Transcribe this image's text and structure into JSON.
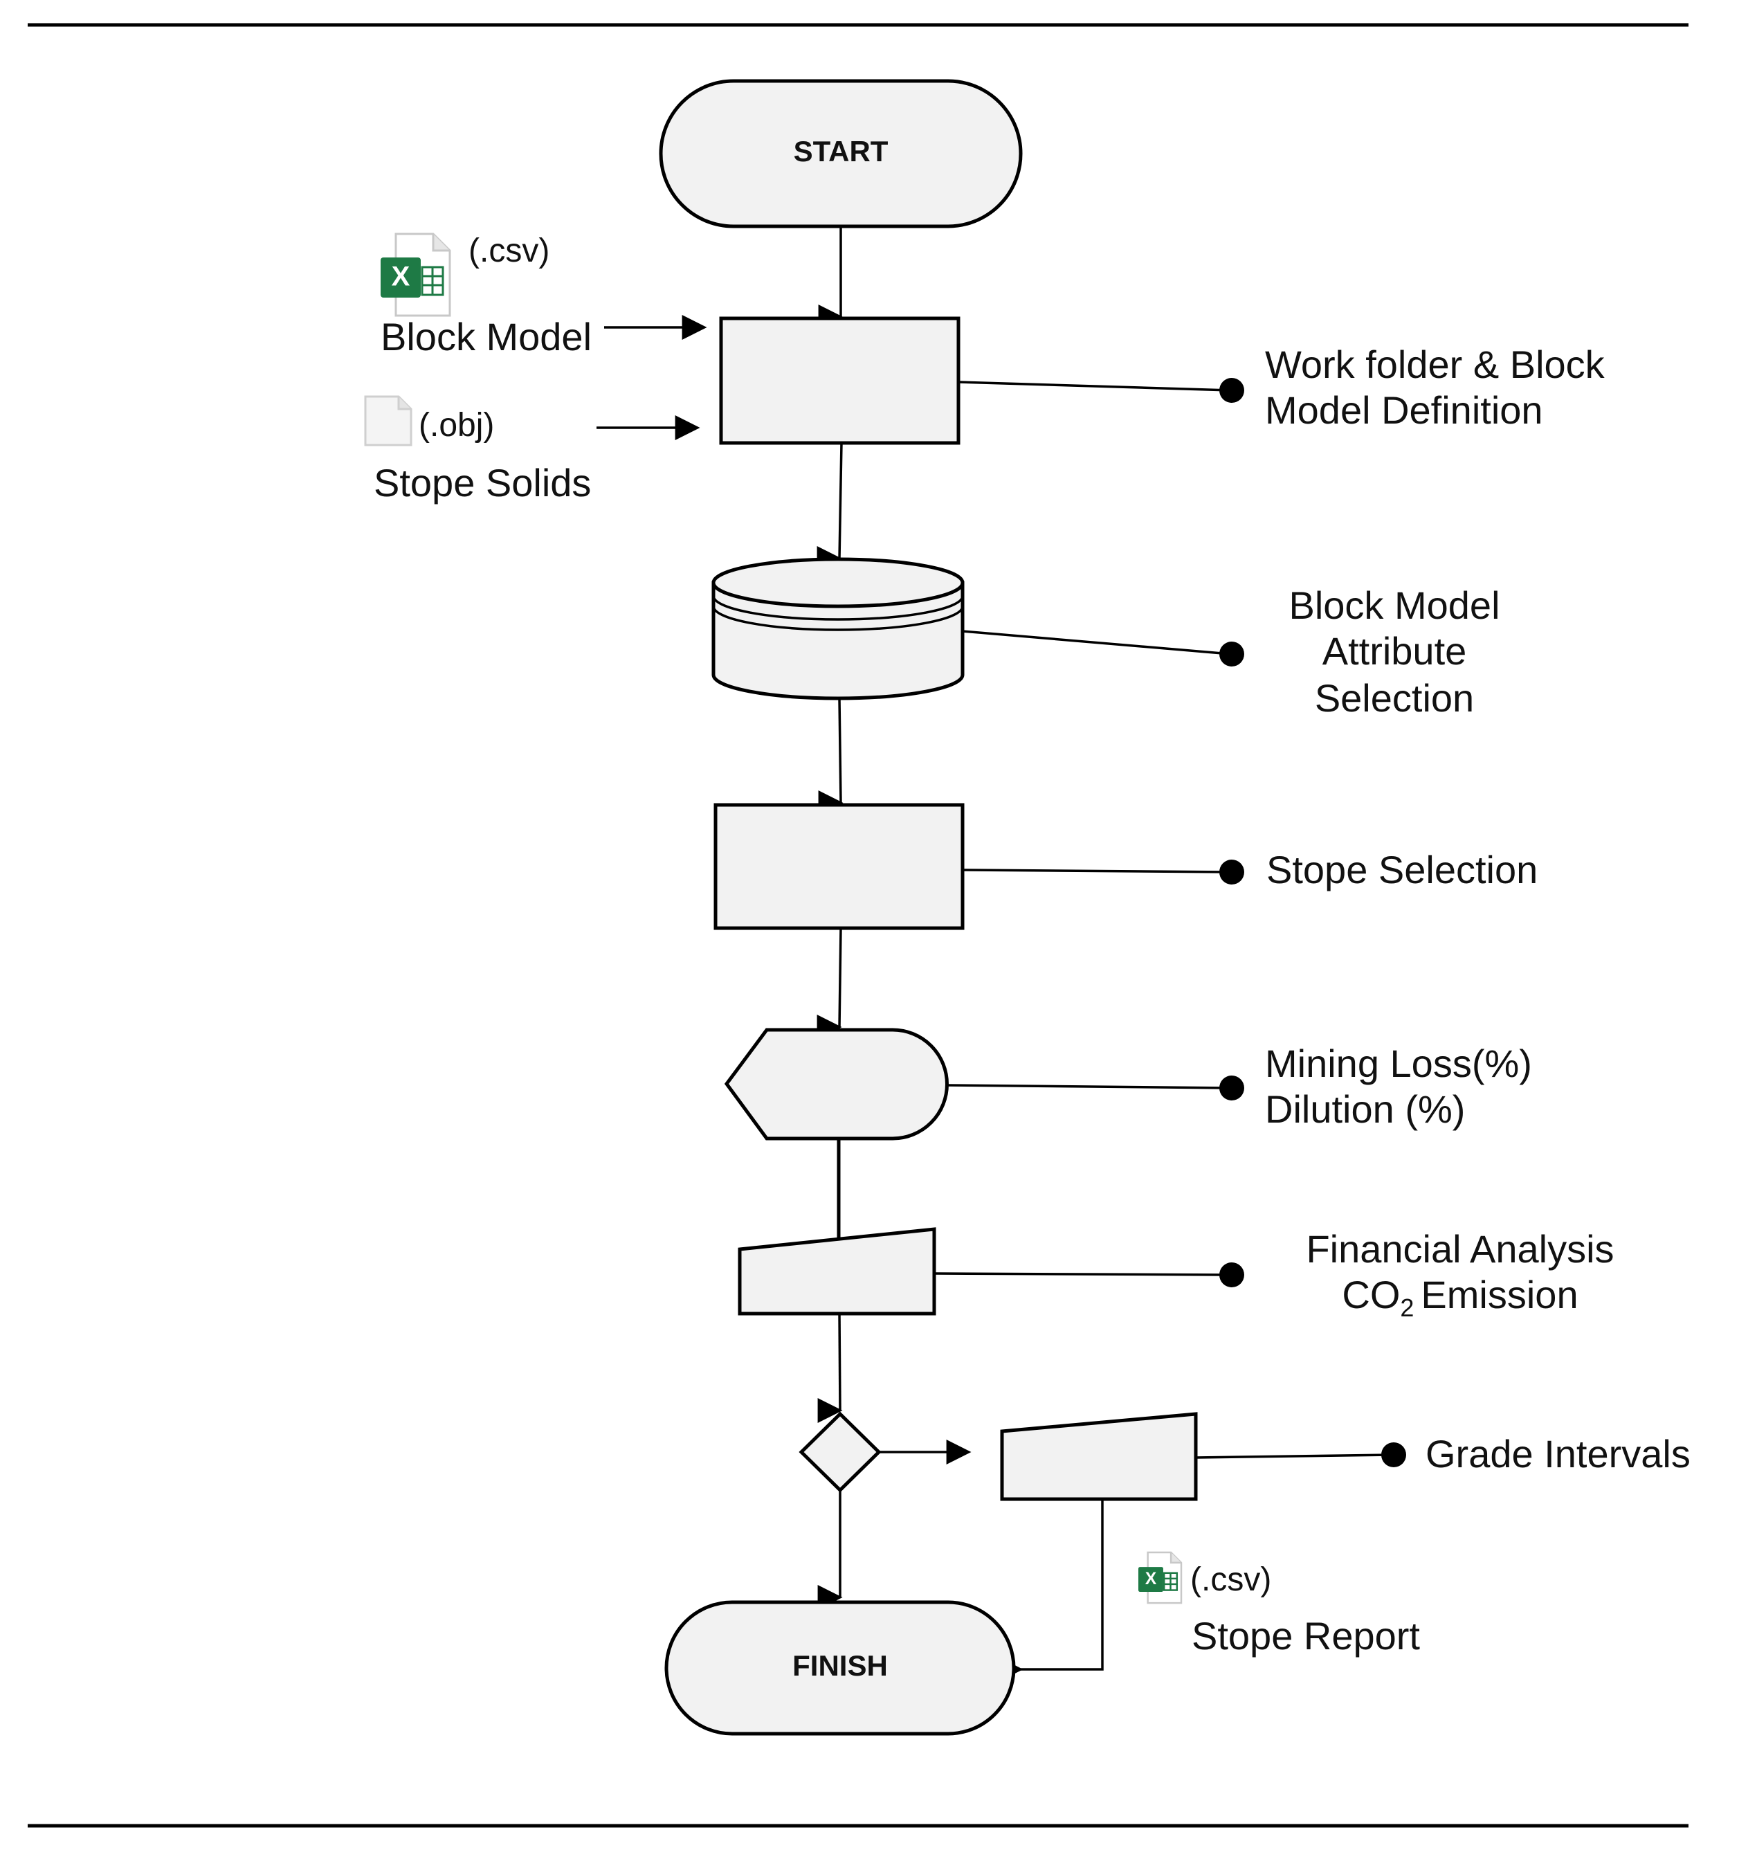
{
  "terminals": {
    "start": "START",
    "finish": "FINISH"
  },
  "inputs": {
    "block_model": {
      "ext": "(.csv)",
      "label": "Block Model",
      "icon": "excel-file-icon"
    },
    "stope_solids": {
      "ext": "(.obj)",
      "label": "Stope Solids",
      "icon": "blank-file-icon"
    }
  },
  "steps": {
    "work_folder": {
      "line1": "Work folder & Block",
      "line2": "Model Definition"
    },
    "attribute_selection": {
      "line1": "Block Model",
      "line2": "Attribute",
      "line3": "Selection"
    },
    "stope_selection": {
      "line1": "Stope Selection"
    },
    "loss_dilution": {
      "line1": "Mining Loss(%)",
      "line2": "Dilution (%)"
    },
    "financial": {
      "line1": "Financial Analysis",
      "co2_prefix": "CO",
      "co2_sub": "2",
      "co2_suffix": "Emission"
    },
    "grade_intervals": {
      "line1": "Grade Intervals"
    }
  },
  "outputs": {
    "stope_report": {
      "ext": "(.csv)",
      "label": "Stope Report",
      "icon": "excel-file-icon"
    }
  },
  "colors": {
    "shape_fill": "#f2f2f2",
    "stroke": "#000000",
    "excel_green": "#1e7a45"
  }
}
